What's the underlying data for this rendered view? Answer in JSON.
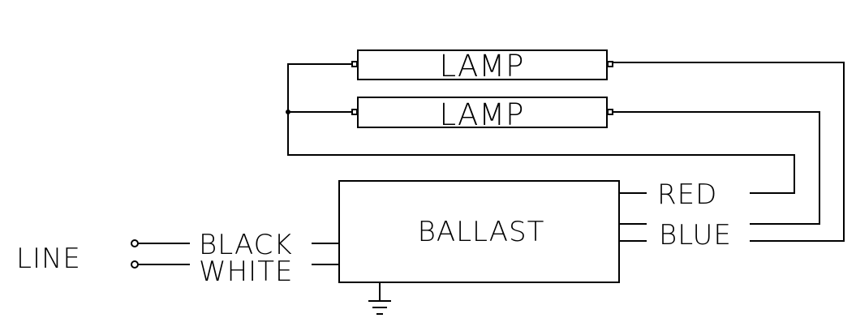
{
  "diagram": {
    "lamps": [
      {
        "label": "LAMP"
      },
      {
        "label": "LAMP"
      }
    ],
    "ballast": {
      "label": "BALLAST"
    },
    "input": {
      "line_label": "LINE",
      "black_label": "BLACK",
      "white_label": "WHITE"
    },
    "outputs": {
      "red_label": "RED",
      "blue_label": "BLUE"
    },
    "colors": {
      "ink": "#000000",
      "background": "#ffffff"
    }
  }
}
